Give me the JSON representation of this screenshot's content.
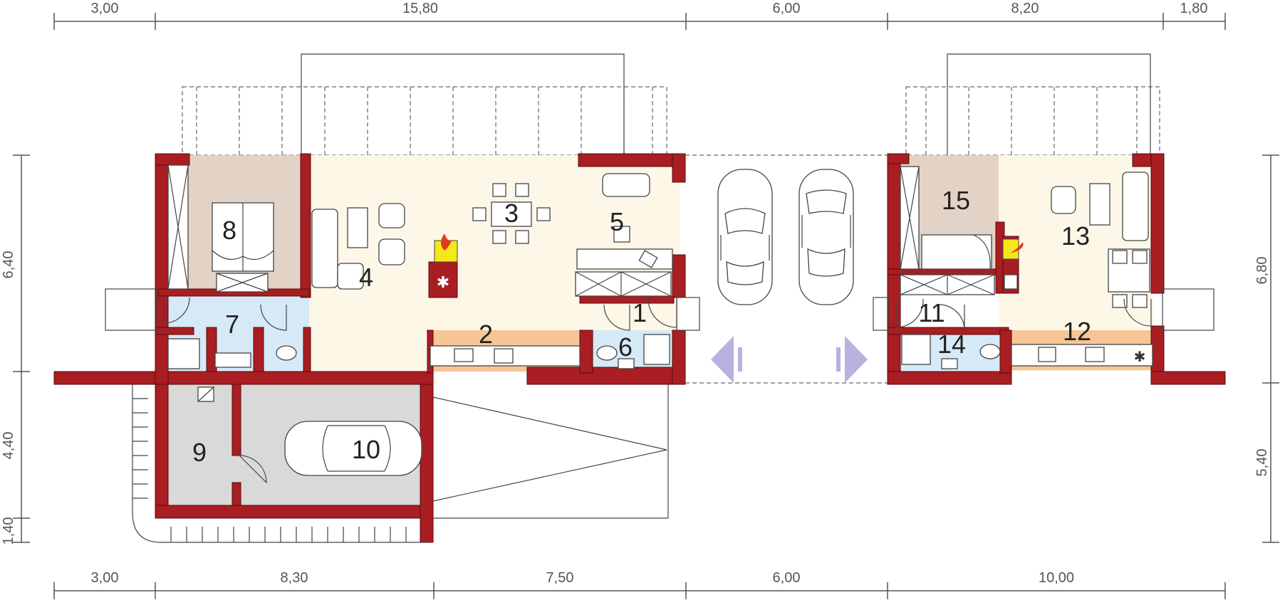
{
  "dimensions": {
    "top": [
      "3,00",
      "15,80",
      "6,00",
      "8,20",
      "1,80"
    ],
    "bottom": [
      "3,00",
      "8,30",
      "7,50",
      "6,00",
      "10,00"
    ],
    "left": [
      "6,40",
      "4,40",
      "1,40"
    ],
    "right": [
      "6,80",
      "5,40"
    ]
  },
  "rooms": {
    "r1": "1",
    "r2": "2",
    "r3": "3",
    "r4": "4",
    "r5": "5",
    "r6": "6",
    "r7": "7",
    "r8": "8",
    "r9": "9",
    "r10": "10",
    "r11": "11",
    "r12": "12",
    "r13": "13",
    "r14": "14",
    "r15": "15"
  },
  "colors": {
    "wall": "#a81e22",
    "living": "#fdf7e8",
    "bedroom": "#e3d2c6",
    "bathroom": "#d6e9f6",
    "kitchen": "#f7c596",
    "garage": "#d9d9d9",
    "arrow": "#b9b1e0",
    "fireplace_flame": "#f5e81a"
  }
}
